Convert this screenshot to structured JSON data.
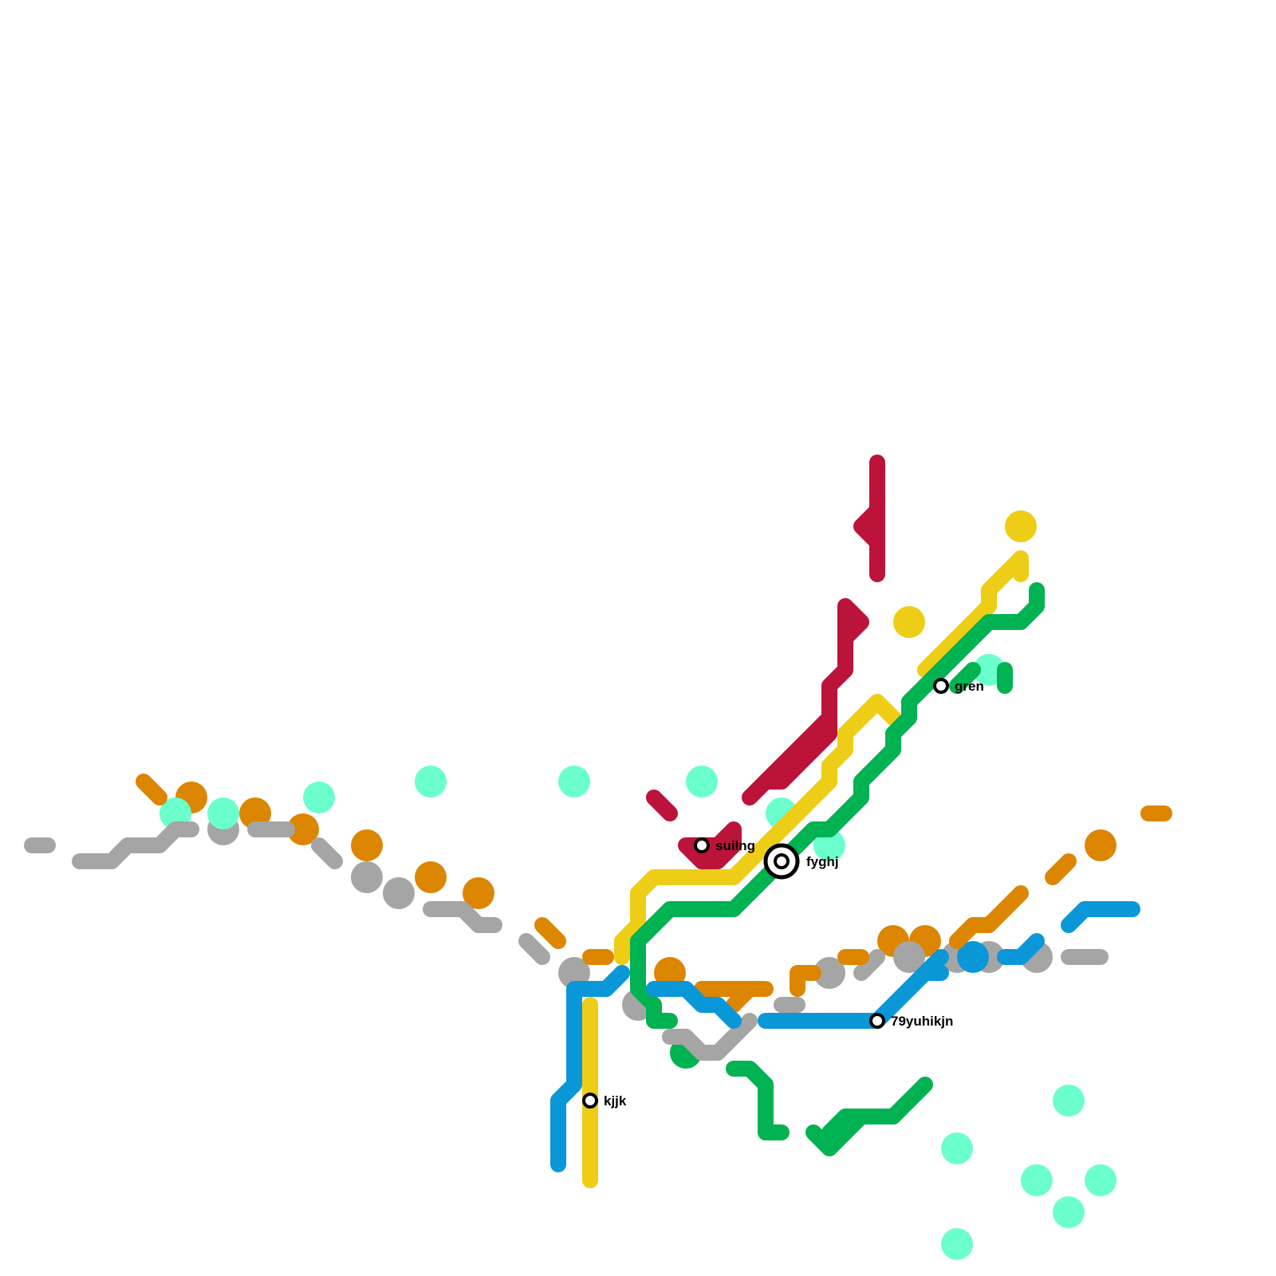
{
  "colors": {
    "red": "#bb1339",
    "yellow": "#eecd16",
    "green": "#00b251",
    "blue": "#0a97d8",
    "orange": "#dc8600",
    "grey": "#a5a5a5",
    "mint": "#6bffcd",
    "station_fill": "#ffffff",
    "station_stroke": "#000000"
  },
  "lines": [
    {
      "id": "red",
      "color": "red"
    },
    {
      "id": "yellow",
      "color": "yellow"
    },
    {
      "id": "green",
      "color": "green"
    },
    {
      "id": "blue",
      "color": "blue"
    },
    {
      "id": "orange",
      "color": "orange"
    },
    {
      "id": "grey",
      "color": "grey"
    }
  ],
  "stations": [
    {
      "id": "fyghj",
      "label": "fyghj",
      "type": "interchange"
    },
    {
      "id": "suilng",
      "label": "suilng",
      "type": "station"
    },
    {
      "id": "gren",
      "label": "gren",
      "type": "station"
    },
    {
      "id": "79yuhikjn",
      "label": "79yuhikjn",
      "type": "station"
    },
    {
      "id": "kjjk",
      "label": "kjjk",
      "type": "station"
    }
  ]
}
